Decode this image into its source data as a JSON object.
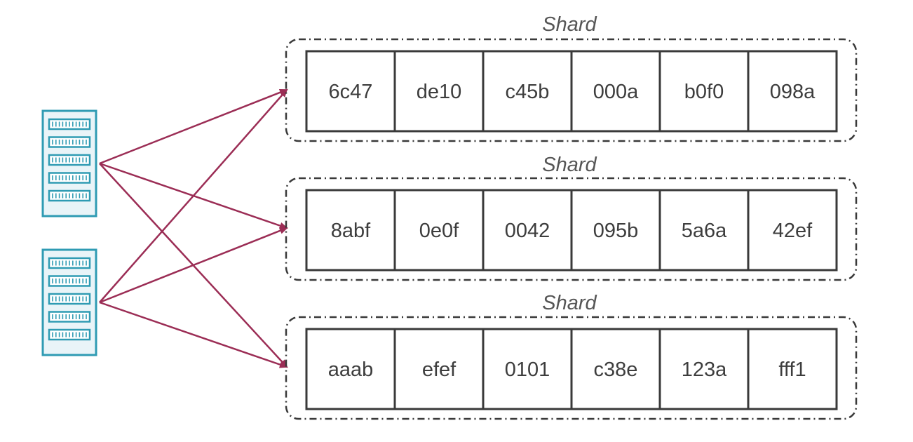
{
  "colors": {
    "arrow": "#9b2d55",
    "server_stroke": "#2f9bb3",
    "server_fill": "#e9f4f8",
    "cell_border": "#3a3a3a",
    "text": "#3d3d3d"
  },
  "servers": [
    {
      "icon": "server-rack-icon"
    },
    {
      "icon": "server-rack-icon"
    }
  ],
  "shards": [
    {
      "label": "Shard",
      "cells": [
        "6c47",
        "de10",
        "c45b",
        "000a",
        "b0f0",
        "098a"
      ]
    },
    {
      "label": "Shard",
      "cells": [
        "8abf",
        "0e0f",
        "0042",
        "095b",
        "5a6a",
        "42ef"
      ]
    },
    {
      "label": "Shard",
      "cells": [
        "aaab",
        "efef",
        "0101",
        "c38e",
        "123a",
        "fff1"
      ]
    }
  ],
  "connections": [
    {
      "from_server": 0,
      "to_shard": 0
    },
    {
      "from_server": 0,
      "to_shard": 1
    },
    {
      "from_server": 0,
      "to_shard": 2
    },
    {
      "from_server": 1,
      "to_shard": 0
    },
    {
      "from_server": 1,
      "to_shard": 1
    },
    {
      "from_server": 1,
      "to_shard": 2
    }
  ]
}
